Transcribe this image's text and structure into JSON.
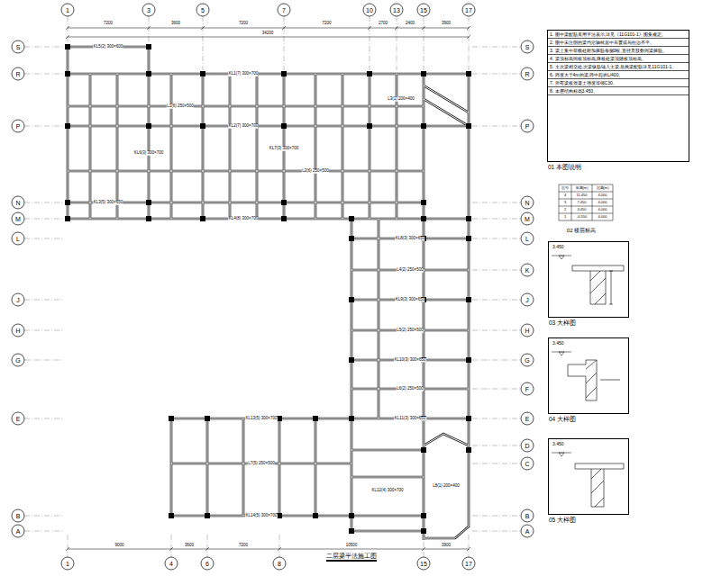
{
  "diagram": {
    "title": "二层梁平法施工图",
    "nodes": [
      {
        "text": [
          "1. 图中梁配筋采用平法表示,详见《11G101-1》图集规定。",
          "2. 图中未注明的梁均沿轴线居中布置或与柱边齐平。",
          "3. 梁上集中荷载处附加箍筋每侧3根,直径及肢数同梁箍筋。",
          "4. 梁顶标高同板顶标高,降板处梁顶随板顶标高。",
          "5. 主次梁相交处,次梁纵筋锚入主梁,悬挑梁配筋详见11G101-1。",
          "6. 跨度大于4m的梁,跨中起拱L/400。",
          "7. 所有梁板混凝土强度等级C30。",
          "8. 本层结构标高3.450。",
          "01 本图说明"
        ]
      },
      {
        "text": [
          "3.450",
          "03 大样图"
        ]
      },
      {
        "text": [
          "3.450",
          "04 大样图"
        ]
      },
      {
        "text": [
          "3.450",
          "05 大样图"
        ]
      }
    ],
    "labels": [
      "1",
      "3",
      "5",
      "7",
      "10",
      "13",
      "15",
      "17",
      "S",
      "R",
      "P",
      "N",
      "M",
      "L",
      "J",
      "H",
      "G",
      "E",
      "B",
      "A",
      "S",
      "R",
      "P",
      "N",
      "M",
      "L",
      "K",
      "J",
      "H",
      "G",
      "F",
      "E",
      "D",
      "C",
      "B",
      "A",
      "1",
      "4",
      "6",
      "8",
      "15",
      "17",
      "7200",
      "3600",
      "7200",
      "7200",
      "2700",
      "2400",
      "3900",
      "34200",
      "9000",
      "3600",
      "7200",
      "10500",
      "3900",
      "KL1(7) 300×700",
      "KL2(7) 300×700",
      "KL3(5) 300×650",
      "KL4(8) 300×700",
      "L1(6) 250×500",
      "L2(6) 250×500",
      "KL5(2) 300×600",
      "KL6(3) 300×700",
      "KL7(3) 300×700",
      "L3(1) 200×400",
      "KL8(3) 300×650",
      "L4(2) 250×500",
      "KL9(3) 300×650",
      "L5(2) 250×500",
      "KL10(3) 300×650",
      "L6(2) 250×500",
      "KL11(3) 300×650",
      "KL12(4) 300×700",
      "KL13(5) 300×700",
      "L7(5) 250×500",
      "KL14(5) 300×700",
      "L8(1) 200×400",
      "层号",
      "标高(m)",
      "层高(m)",
      "4",
      "11.450",
      "4.000",
      "3",
      "7.450",
      "4.000",
      "2",
      "3.450",
      "4.000",
      "1",
      "-0.550",
      "4.000",
      "02 楼层标高"
    ]
  }
}
